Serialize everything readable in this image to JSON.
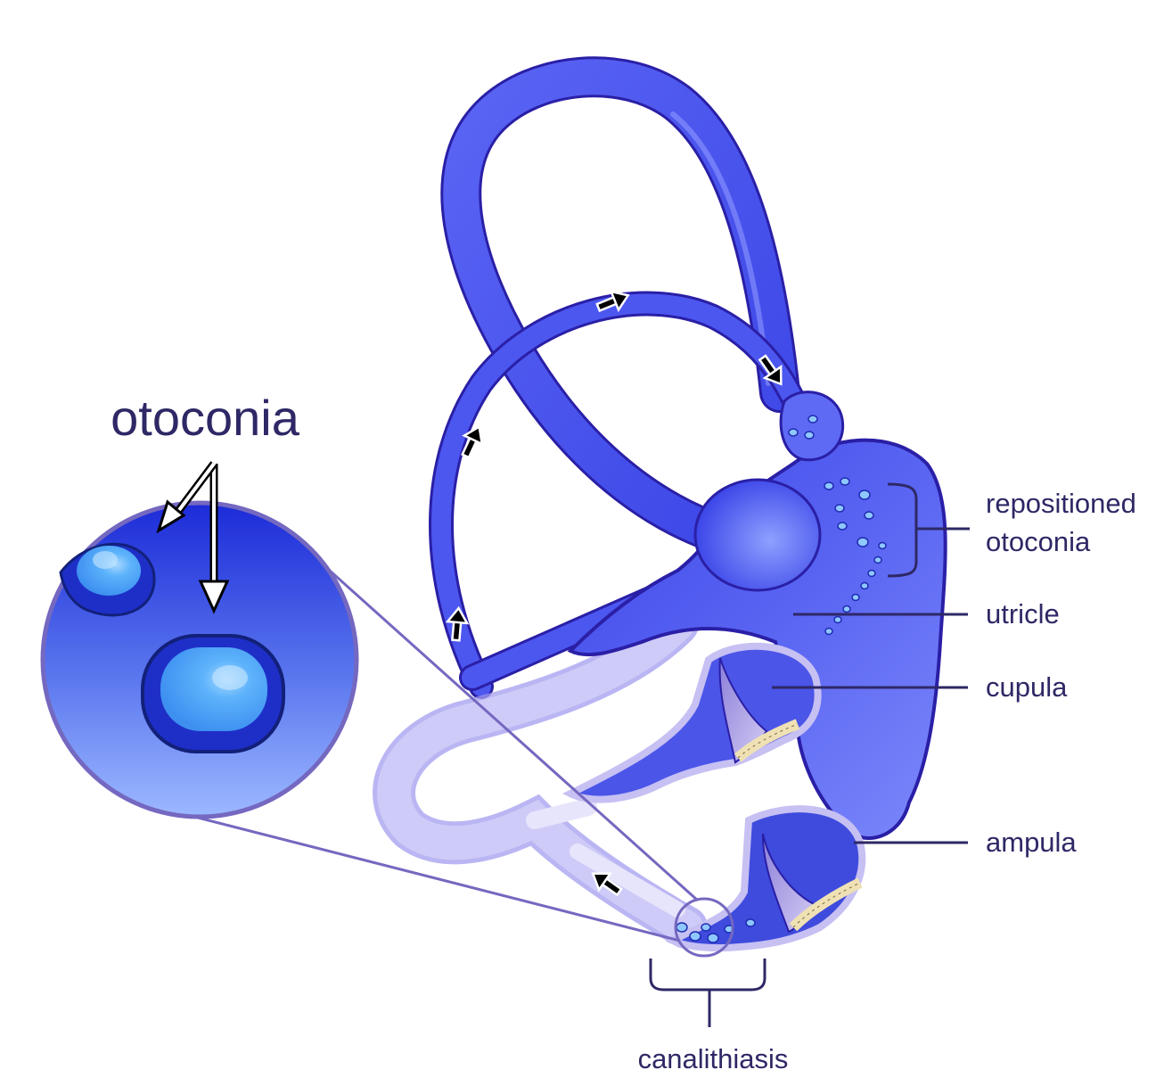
{
  "diagram": {
    "labels": {
      "otoconia": "otoconia",
      "repositioned_line1": "repositioned",
      "repositioned_line2": "otoconia",
      "utricle": "utricle",
      "cupula": "cupula",
      "ampula": "ampula",
      "canalithiasis": "canalithiasis"
    },
    "colors": {
      "canal_fill": "#4a55f0",
      "canal_stroke": "#2a1fa6",
      "label_text": "#2e2866",
      "leader_line": "#2e2866",
      "magnifier_outline": "#7468c0",
      "otoconia_fill": "#5aaef8",
      "cupula_fill": "#b3a7e6",
      "hair_cells": "#efe1b4",
      "arrow": "#000000"
    },
    "icons": {
      "flow_arrow": "arrow-icon",
      "magnifier": "magnifier-circle"
    }
  }
}
